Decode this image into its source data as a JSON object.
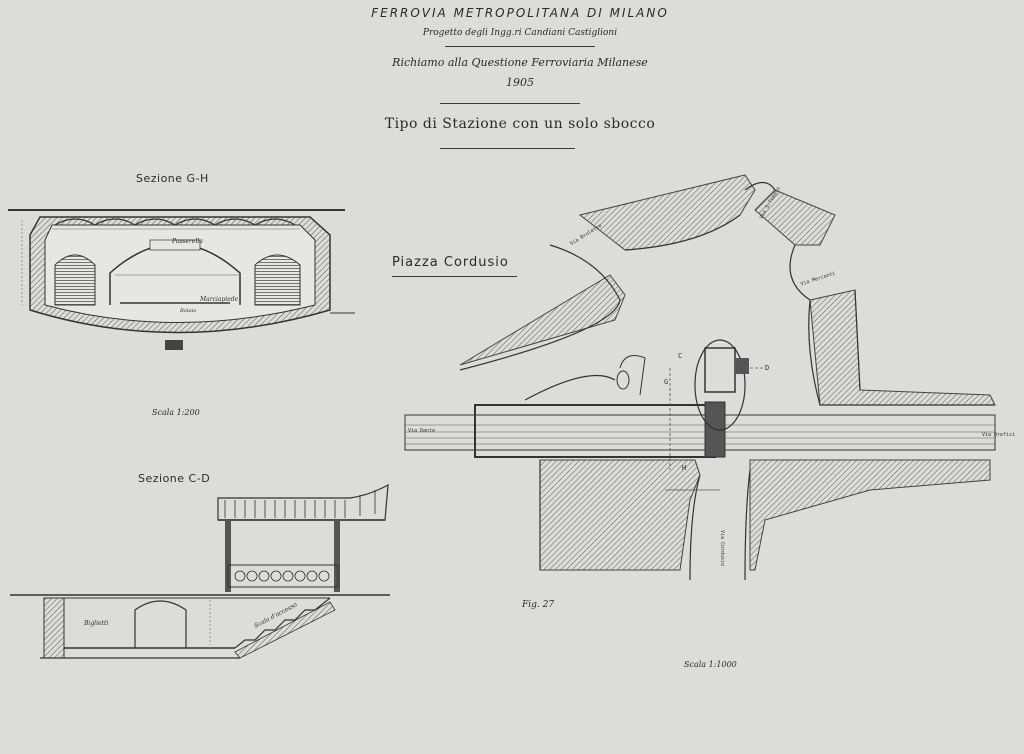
{
  "header": {
    "title": "FERROVIA METROPOLITANA DI MILANO",
    "project": "Progetto degli Ingg.ri Candiani Castiglioni",
    "reference": "Richiamo alla Questione Ferroviaria Milanese",
    "year": "1905",
    "subtitle": "Tipo di Stazione con un solo sbocco"
  },
  "section_gh": {
    "label": "Sezione G-H",
    "scale": "Scala 1:200",
    "inner_labels": {
      "mezzanine": "Passerella",
      "platform": "Marciapiede",
      "track": "Rotaie"
    }
  },
  "section_cd": {
    "label": "Sezione C-D",
    "ticket_office": "Biglietti",
    "stairs": "Scala d'accesso"
  },
  "plan": {
    "square": "Piazza Cordusio",
    "streets": [
      "Via Broletto",
      "Via Dante",
      "Via Orefici",
      "Via Mercanti",
      "Via S.Tomaso",
      "Via Cordusio"
    ],
    "markers": [
      "C",
      "D",
      "G",
      "H"
    ],
    "figure": "Fig. 27",
    "scale": "Scala 1:1000"
  }
}
